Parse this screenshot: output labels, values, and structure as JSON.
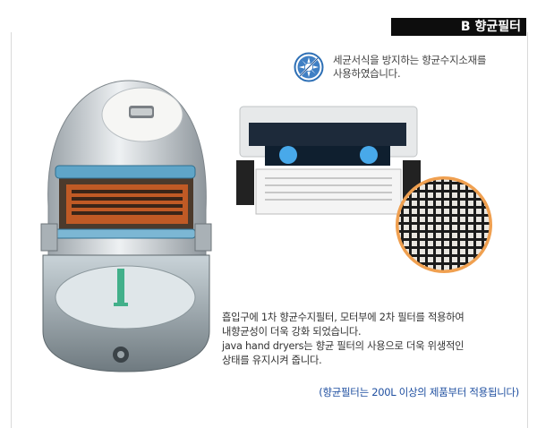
{
  "section": {
    "tab_label": "B 향균필터"
  },
  "note": {
    "line1": "세균서식을 방지하는 향균수지소재를",
    "line2": "사용하였습니다."
  },
  "description": {
    "line1": "흡입구에 1차 향균수지필터, 모터부에 2차 필터를 적용하여",
    "line2": "내향균성이 더욱 강화 되었습니다.",
    "line3": "java hand dryers는 향균 필터의 사용으로 더욱 위생적인",
    "line4": "상태를 유지시켜 줍니다."
  },
  "apply_note": "(향균필터는 200L 이상의 제품부터 적용됩니다)",
  "colors": {
    "tab_bg": "#0d0d0d",
    "icon_blue": "#2d6fb5",
    "apply_note": "#1f4fa0",
    "magnifier_ring": "#f0a050"
  }
}
